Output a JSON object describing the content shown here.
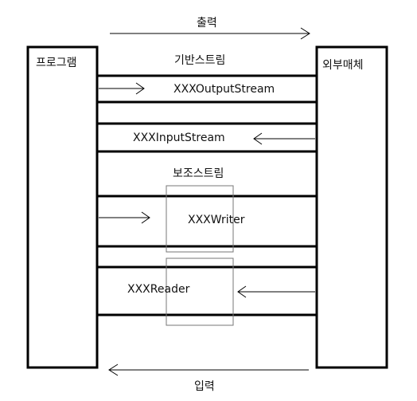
{
  "flow": {
    "output_label": "출력",
    "input_label": "입력"
  },
  "nodes": {
    "program_label": "프로그램",
    "external_label": "외부매체"
  },
  "basic_streams": {
    "title": "기반스트림",
    "output_stream_label": "XXXOutputStream",
    "input_stream_label": "XXXInputStream"
  },
  "auxiliary_streams": {
    "title": "보조스트림",
    "writer_label": "XXXWriter",
    "reader_label": "XXXReader"
  },
  "colors": {
    "line": "#000000",
    "aux_box": "#777777",
    "background": "#ffffff"
  }
}
